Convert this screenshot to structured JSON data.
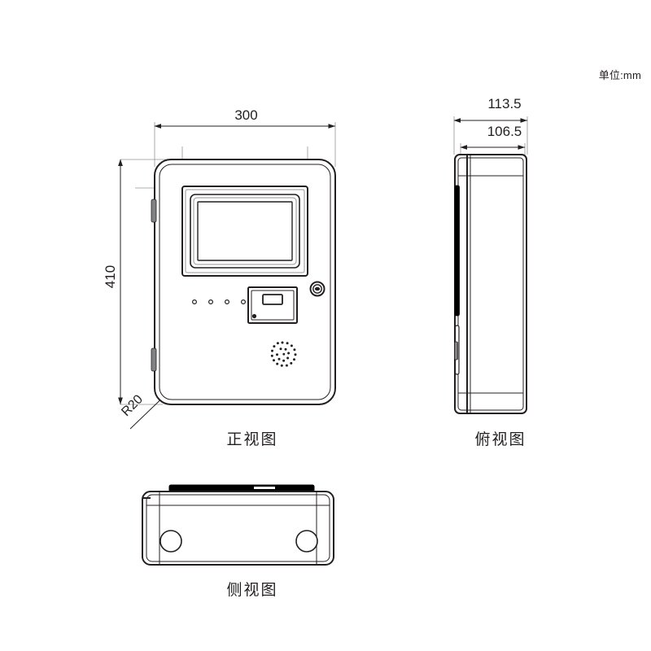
{
  "drawing": {
    "unit_note": "单位:mm",
    "views": {
      "front": {
        "label": "正视图",
        "dimensions": {
          "width": "300",
          "height": "410",
          "corner_radius": "R20"
        },
        "features": {
          "screen": "lcd-display",
          "indicator_count": 4,
          "card_reader": "card-reader-module",
          "speaker": "speaker-grille",
          "camera": "camera-sensor",
          "side_buttons": 2
        }
      },
      "top": {
        "label": "俯视图",
        "dimensions": {
          "outer_depth": "113.5",
          "inner_depth": "106.5"
        }
      },
      "side": {
        "label": "侧视图",
        "features": {
          "mounting_holes": 2
        }
      }
    },
    "colors": {
      "line": "#231f20",
      "thin_line": "#939598",
      "background": "#ffffff",
      "accent_dark": "#000000"
    }
  }
}
